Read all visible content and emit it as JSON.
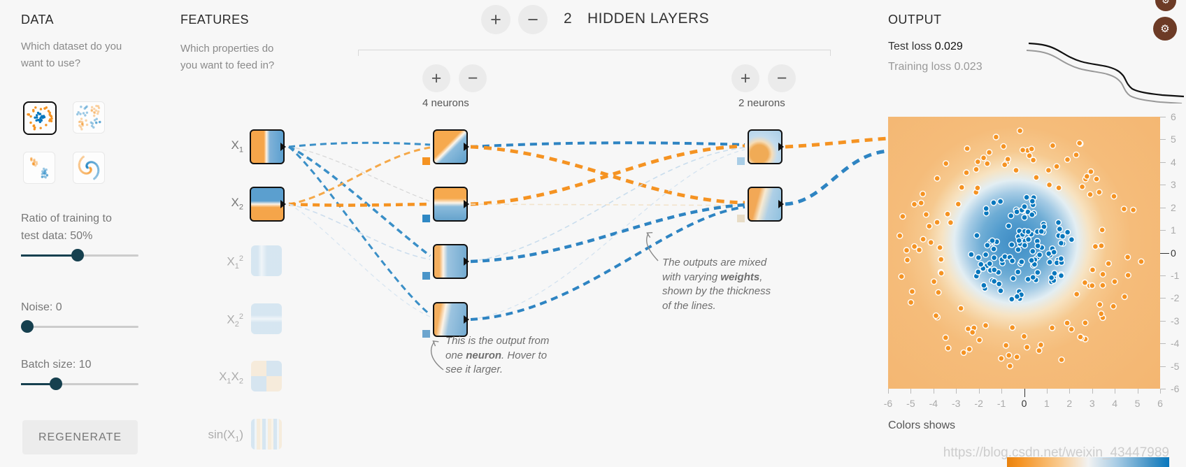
{
  "colors": {
    "orange": "#f59322",
    "blue": "#0877bd",
    "slider": "#16404f"
  },
  "watermark": "https://blog.csdn.net/weixin_43447989",
  "data_panel": {
    "title": "DATA",
    "question": "Which dataset do you want to use?",
    "datasets": [
      {
        "name": "circle",
        "selected": true
      },
      {
        "name": "xor",
        "selected": false
      },
      {
        "name": "gaussian",
        "selected": false
      },
      {
        "name": "spiral",
        "selected": false
      }
    ],
    "sliders": [
      {
        "label_line1": "Ratio of training to",
        "label_line2": "test data:",
        "value": "50%",
        "percent": 50
      },
      {
        "label_line1": "Noise:",
        "value": "0",
        "percent": 0
      },
      {
        "label_line1": "Batch size:",
        "value": "10",
        "percent": 31
      }
    ],
    "regenerate_label": "REGENERATE"
  },
  "features_panel": {
    "title": "FEATURES",
    "question": "Which properties do you want to feed in?",
    "items": [
      {
        "p1": "X",
        "s1": "1",
        "active": true,
        "kind": "x1"
      },
      {
        "p1": "X",
        "s1": "2",
        "active": true,
        "kind": "x2"
      },
      {
        "p1": "X",
        "s1": "1",
        "sup": "2",
        "active": false,
        "kind": "x1sq"
      },
      {
        "p1": "X",
        "s1": "2",
        "sup": "2",
        "active": false,
        "kind": "x2sq"
      },
      {
        "p1": "X",
        "s1": "1",
        "p2": "X",
        "s2": "2",
        "active": false,
        "kind": "x1x2"
      },
      {
        "p1": "sin(X",
        "s1": "1",
        "p2": ")",
        "active": false,
        "kind": "sinx1"
      }
    ]
  },
  "network": {
    "add_label": "+",
    "remove_label": "−",
    "layer_count": "2",
    "layers_label": "HIDDEN LAYERS",
    "layers": [
      {
        "neurons_label": "4 neurons"
      },
      {
        "neurons_label": "2 neurons"
      }
    ],
    "annotation_weights": {
      "pre": "The outputs are mixed with varying ",
      "bold": "weights",
      "post": ", shown by the thickness of the lines."
    },
    "annotation_neuron": {
      "pre": "This is the output from one ",
      "bold": "neuron",
      "post": ". Hover to see it larger."
    }
  },
  "output_panel": {
    "title": "OUTPUT",
    "test_loss_label": "Test loss",
    "test_loss_value": "0.029",
    "training_loss_label": "Training loss",
    "training_loss_value": "0.023",
    "colors_label": "Colors shows",
    "x_ticks": [
      "-6",
      "-5",
      "-4",
      "-3",
      "-2",
      "-1",
      "0",
      "1",
      "2",
      "3",
      "4",
      "5",
      "6"
    ],
    "y_ticks": [
      "6",
      "5",
      "4",
      "3",
      "2",
      "1",
      "0",
      "-1",
      "-2",
      "-3",
      "-4",
      "-5",
      "-6"
    ],
    "plot": {
      "x_range": [
        -6,
        6
      ],
      "y_range": [
        -6,
        6
      ],
      "blue_cluster": {
        "count": 115,
        "max_radius": 2.4,
        "color": "#0877bd"
      },
      "orange_ring": {
        "count": 120,
        "inner_radius": 3.15,
        "outer_radius": 5.4,
        "color": "#f59322"
      }
    }
  }
}
